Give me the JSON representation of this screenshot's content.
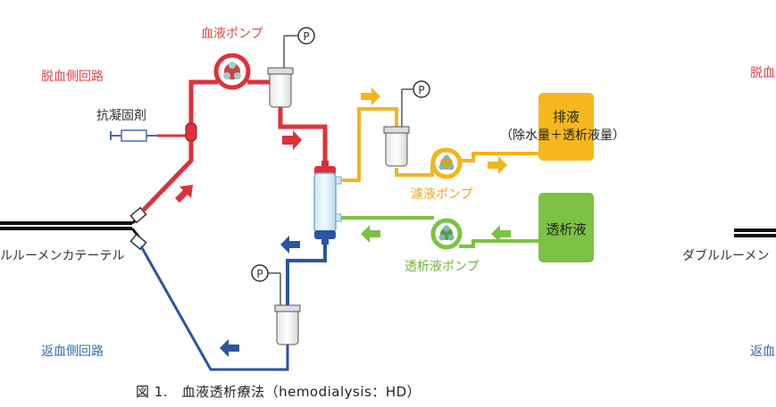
{
  "labels": {
    "blood_pump": "血液ポンプ",
    "arterial_circuit": "脱血側回路",
    "venous_circuit": "返血側回路",
    "anticoagulant": "抗凝固剤",
    "catheter": "ルルーメンカテーテル",
    "filtrate_pump": "濾液ポンプ",
    "dialysate_pump": "透析液ポンプ",
    "effluent": "排液",
    "effluent_note": "（除水量＋透析液量）",
    "dialysate": "透析液",
    "pressure": "P",
    "right_arterial": "脱血",
    "right_catheter": "ダブルルーメン",
    "right_venous": "返血"
  },
  "caption": "図 1.　血液透析療法（hemodialysis：HD）",
  "colors": {
    "arterial": "#e0303a",
    "venous": "#2a55a0",
    "filtrate": "#f3b51d",
    "dialysate": "#7cc242",
    "label_red": "#e24848",
    "label_blue": "#3a6bb0",
    "label_yellow": "#f0a818",
    "label_green": "#6db53a"
  }
}
